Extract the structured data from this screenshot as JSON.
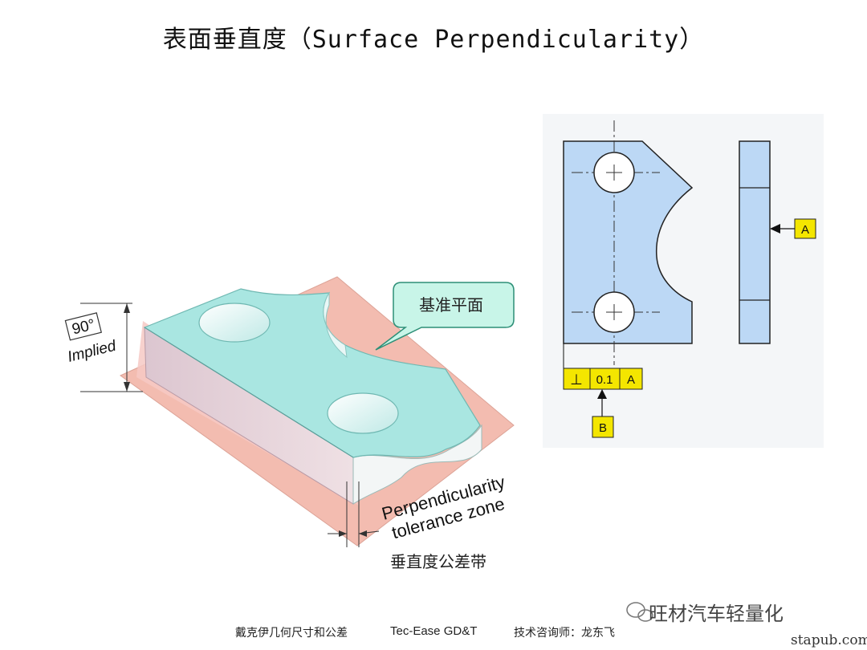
{
  "slide": {
    "title": "表面垂直度（Surface Perpendicularity）"
  },
  "iso_view": {
    "angle_label_line1": "90°",
    "angle_label_line2": "Implied",
    "callout_text": "基准平面",
    "zone_label_line1": "Perpendicularity",
    "zone_label_line2": "tolerance zone",
    "zone_label_cn": "垂直度公差带"
  },
  "drawing": {
    "fcf_symbol": "⊥",
    "fcf_tolerance": "0.1",
    "fcf_datum": "A",
    "datum_b_label": "B",
    "datum_a_label": "A"
  },
  "footer": {
    "left": "戴克伊几何尺寸和公差",
    "center": "Tec-Ease GD&T",
    "right": "技术咨询师：龙东飞"
  },
  "watermark": {
    "brand": "旺材汽车轻量化",
    "site": "stapub.com"
  },
  "colors": {
    "part_top": "#a9e6e1",
    "part_side": "#e8d0d6",
    "zone_plane": "#f2b5a8",
    "drawing_fill": "#bcd8f5",
    "fcf_fill": "#f4e600"
  }
}
